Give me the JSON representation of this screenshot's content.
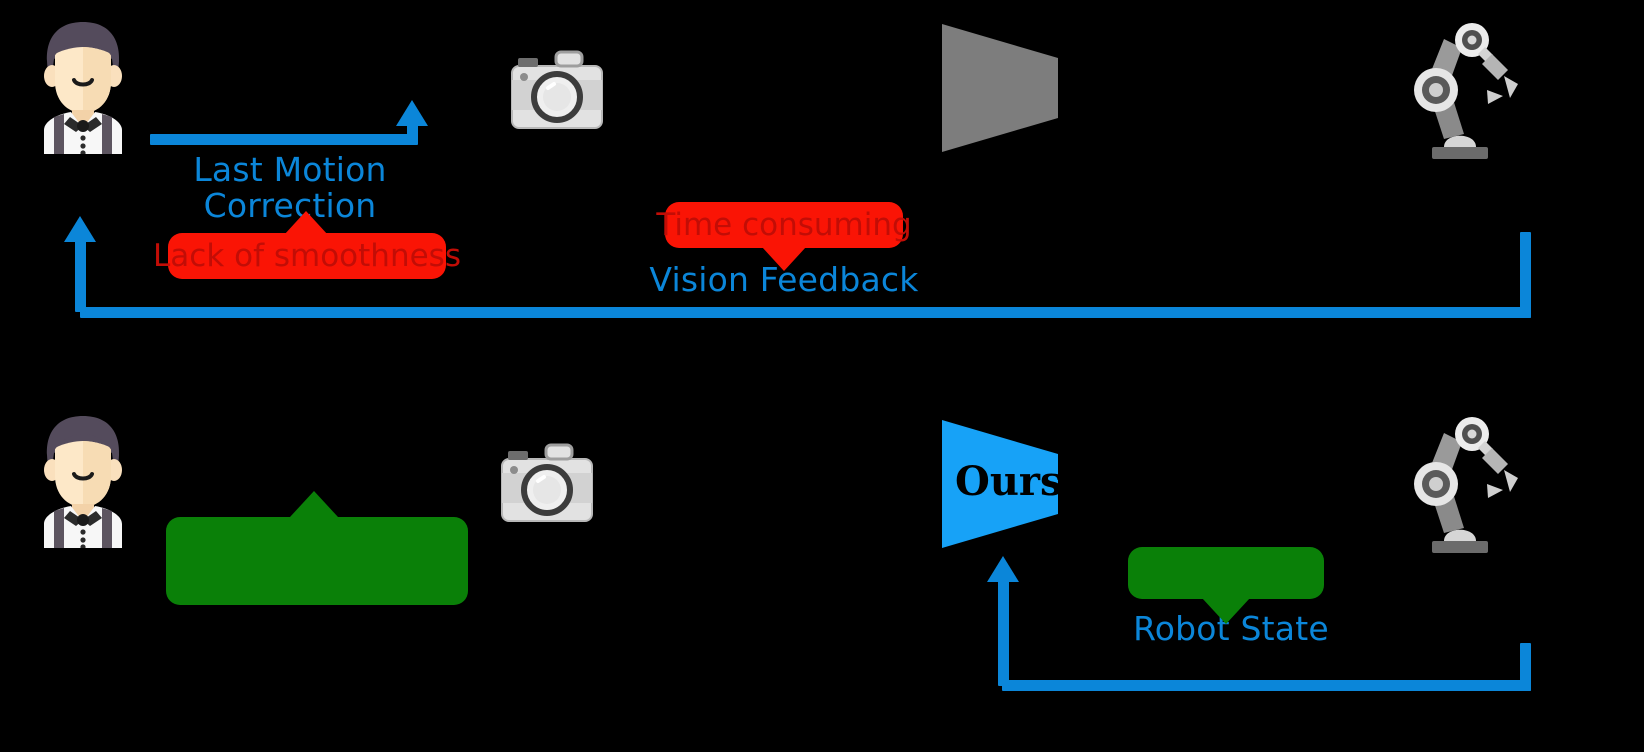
{
  "diagram": {
    "title": "Teleoperation pipeline comparison",
    "colors": {
      "background": "#000000",
      "flow_blue": "#0b86d9",
      "problem_red": "#fa1405",
      "problem_red_text": "#c20d06",
      "benefit_green": "#0a8008",
      "model_gray": "#7d7d7d",
      "model_blue": "#17a2f7"
    },
    "rows": [
      {
        "id": "baseline",
        "name": "baseline-pipeline",
        "nodes": [
          {
            "name": "operator-icon",
            "icon": "operator-avatar-icon"
          },
          {
            "name": "camera-icon",
            "icon": "camera-icon"
          },
          {
            "name": "baseline-model",
            "icon": "trapezoid-model-gray",
            "label": ""
          },
          {
            "name": "robot-arm-icon",
            "icon": "robot-arm-icon"
          }
        ],
        "edges": [
          {
            "name": "last-motion-correction-edge",
            "label": "Last Motion\nCorrection"
          },
          {
            "name": "vision-feedback-edge",
            "label": "Vision Feedback"
          }
        ],
        "callouts": [
          {
            "name": "lack-of-smoothness-callout",
            "label": "Lack of smoothness",
            "kind": "problem",
            "tail": "up"
          },
          {
            "name": "time-consuming-callout",
            "label": "Time consuming",
            "kind": "problem",
            "tail": "down"
          }
        ]
      },
      {
        "id": "ours",
        "name": "ours-pipeline",
        "nodes": [
          {
            "name": "operator-icon",
            "icon": "operator-avatar-icon"
          },
          {
            "name": "camera-icon",
            "icon": "camera-icon"
          },
          {
            "name": "ours-model",
            "icon": "trapezoid-model-blue",
            "label": "Ours"
          },
          {
            "name": "robot-arm-icon",
            "icon": "robot-arm-icon"
          }
        ],
        "edges": [
          {
            "name": "robot-state-edge",
            "label": "Robot State"
          }
        ],
        "callouts": [
          {
            "name": "operator-benefit-callout",
            "label": "",
            "kind": "benefit",
            "tail": "up"
          },
          {
            "name": "robot-state-benefit-callout",
            "label": "",
            "kind": "benefit",
            "tail": "down"
          }
        ]
      }
    ]
  }
}
